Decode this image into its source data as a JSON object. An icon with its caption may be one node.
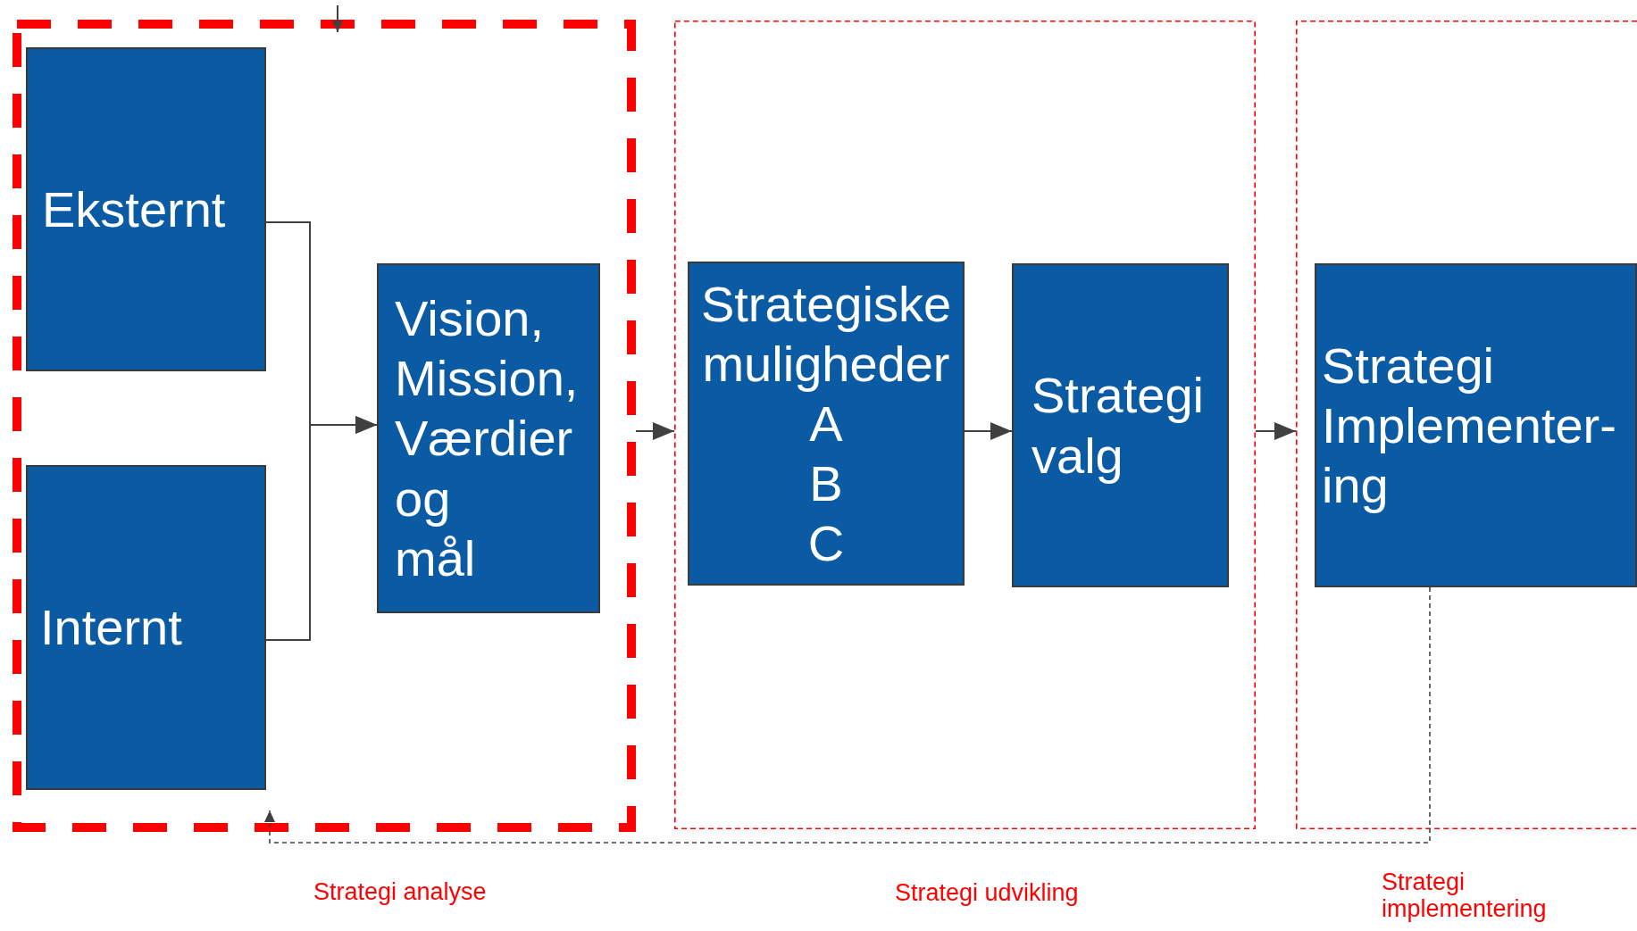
{
  "diagram": {
    "nodes": [
      {
        "text": [
          "Strategi analyse"
        ]
      },
      {
        "text": [
          "Eksternt"
        ],
        "in": 0
      },
      {
        "text": [
          "Internt"
        ],
        "in": 0
      },
      {
        "text": [
          "Vision, Mission, Værdier og mål"
        ],
        "in": 0
      },
      {
        "text": [
          "Strategi udvikling"
        ]
      },
      {
        "text": [
          "Strategiske muligheder A B C"
        ],
        "in": 4
      },
      {
        "text": [
          "Strategi valg"
        ],
        "in": 4
      },
      {
        "text": [
          "Strategi implementering"
        ]
      },
      {
        "text": [
          "Strategi Implementer-ing"
        ],
        "in": 7
      }
    ],
    "edges": [
      {
        "from": 1,
        "to": 3,
        "arrow": "to"
      },
      {
        "from": 2,
        "to": 3,
        "arrow": "to"
      },
      {
        "from": 0,
        "to": 4,
        "arrow": "to"
      },
      {
        "from": 5,
        "to": 6,
        "arrow": "to"
      },
      {
        "from": 4,
        "to": 7,
        "arrow": "to"
      },
      {
        "from": 8,
        "to": 0,
        "arrow": "to",
        "style": "dashed"
      },
      {
        "from": null,
        "to": 0,
        "arrow": "to"
      }
    ]
  }
}
